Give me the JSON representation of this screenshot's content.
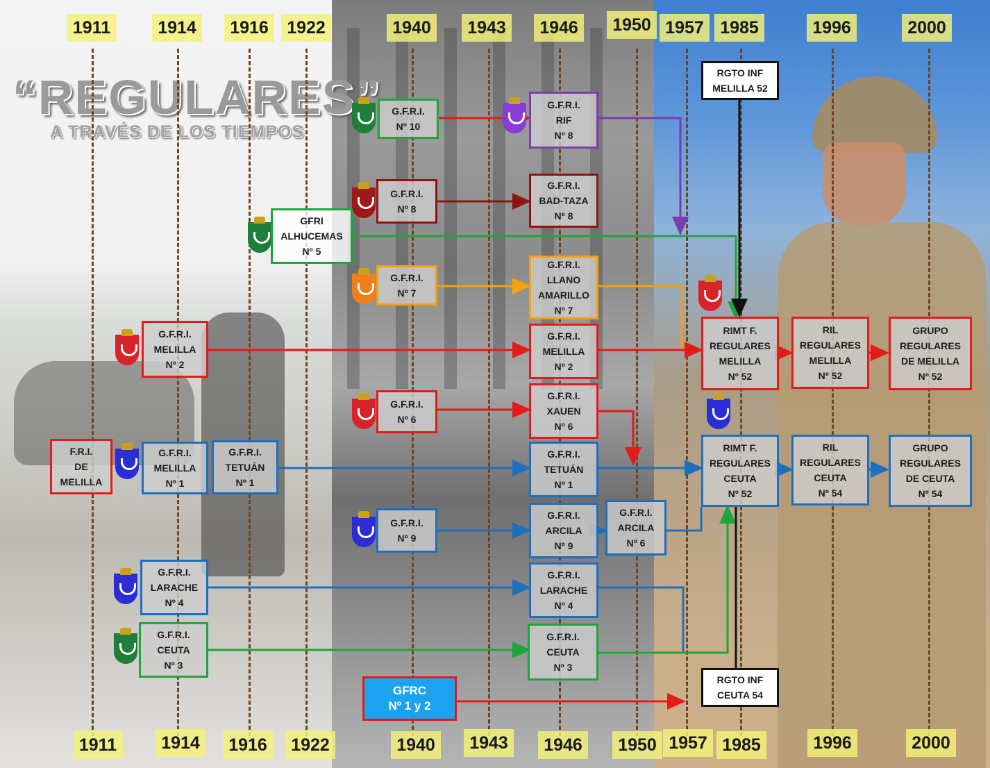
{
  "title": "“REGULARES”",
  "subtitle": "A TRAVÉS DE LOS TIEMPOS",
  "years_top": [
    "1911",
    "1914",
    "1916",
    "1922",
    "1940",
    "1943",
    "1946",
    "1950",
    "1957",
    "1985",
    "1996",
    "2000"
  ],
  "years_bottom": [
    "1911",
    "1914",
    "1916",
    "1922",
    "1940",
    "1943",
    "1946",
    "1950",
    "1957",
    "1985",
    "1996",
    "2000"
  ],
  "units": {
    "fri_melilla": [
      "F.R.I.",
      "DE",
      "MELILLA"
    ],
    "gfri_melilla_1": [
      "G.F.R.I.",
      "MELILLA",
      "Nº 1"
    ],
    "gfri_tetuan_1": [
      "G.F.R.I.",
      "TETUÁN",
      "Nº 1"
    ],
    "gfri_melilla_2": [
      "G.F.R.I.",
      "MELILLA",
      "Nº 2"
    ],
    "gfri_larache_4": [
      "G.F.R.I.",
      "LARACHE",
      "Nº 4"
    ],
    "gfri_ceuta_3": [
      "G.F.R.I.",
      "CEUTA",
      "Nº 3"
    ],
    "gfri_alhucemas_5": [
      "GFRI",
      "ALHUCEMAS",
      "Nº 5"
    ],
    "gfri_10": [
      "G.F.R.I.",
      "Nº 10"
    ],
    "gfri_8": [
      "G.F.R.I.",
      "Nº 8"
    ],
    "gfri_7": [
      "G.F.R.I.",
      "Nº 7"
    ],
    "gfri_6": [
      "G.F.R.I.",
      "Nº 6"
    ],
    "gfri_9": [
      "G.F.R.I.",
      "Nº 9"
    ],
    "gfrc": [
      "GFRC",
      "Nº 1 y 2"
    ],
    "gfri_rif_8": [
      "G.F.R.I.",
      "RIF",
      "Nº 8"
    ],
    "gfri_badtaza_8": [
      "G.F.R.I.",
      "BAD-TAZA",
      "Nº 8"
    ],
    "gfri_llano_7": [
      "G.F.R.I.",
      "LLANO",
      "AMARILLO",
      "Nº 7"
    ],
    "gfri_melilla2_46": [
      "G.F.R.I.",
      "MELILLA",
      "Nº 2"
    ],
    "gfri_xauen_6": [
      "G.F.R.I.",
      "XAUEN",
      "Nº 6"
    ],
    "gfri_tetuan1_46": [
      "G.F.R.I.",
      "TETUÁN",
      "Nº 1"
    ],
    "gfri_arcila_9": [
      "G.F.R.I.",
      "ARCILA",
      "Nº 9"
    ],
    "gfri_larache4_46": [
      "G.F.R.I.",
      "LARACHE",
      "Nº 4"
    ],
    "gfri_ceuta3_46": [
      "G.F.R.I.",
      "CEUTA",
      "Nº 3"
    ],
    "gfri_arcila_6": [
      "G.F.R.I.",
      "ARCILA",
      "Nº 6"
    ],
    "rgto_melilla_52": [
      "RGTO INF",
      "MELILLA 52"
    ],
    "rgto_ceuta_54": [
      "RGTO  INF",
      "CEUTA 54"
    ],
    "rimt_melilla_52": [
      "RIMT  F.",
      "REGULARES",
      "MELILLA",
      "Nº 52"
    ],
    "rimt_ceuta_52": [
      "RIMT  F.",
      "REGULARES",
      "CEUTA",
      "Nº 52"
    ],
    "ril_melilla_52": [
      "RIL",
      "REGULARES",
      "MELILLA",
      "Nº 52"
    ],
    "ril_ceuta_54": [
      "RIL",
      "REGULARES",
      "CEUTA",
      "Nº 54"
    ],
    "grupo_melilla_52": [
      "GRUPO",
      "REGULARES",
      "DE MELILLA",
      "Nº 52"
    ],
    "grupo_ceuta_54": [
      "GRUPO",
      "REGULARES",
      "DE CEUTA",
      "Nº 54"
    ]
  },
  "colors": {
    "red": "#e31b1b",
    "blue": "#1f6fbf",
    "green": "#1fa53d",
    "orange": "#f5a20a",
    "darkred": "#8e1414",
    "purple": "#7d3cb0",
    "black": "#111111",
    "year_label_bg": "#f4f278",
    "gfrc_bg": "#1ba3f0"
  },
  "icons": [
    "coat-of-arms-shield"
  ]
}
